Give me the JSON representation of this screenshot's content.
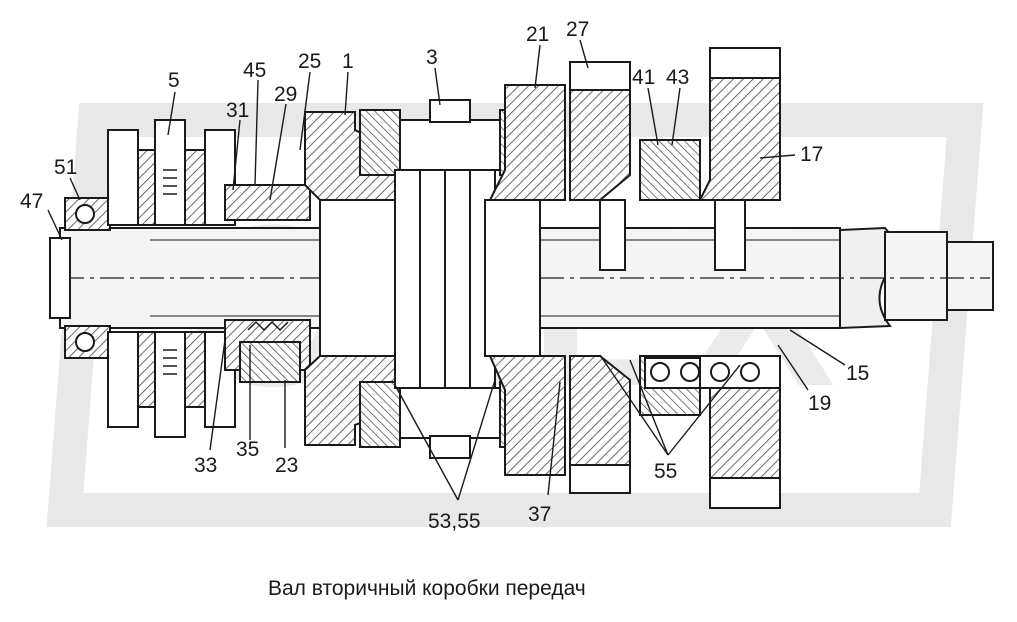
{
  "caption": "Вал вторичный коробки передач",
  "watermark": "ОПЕХ",
  "labels": {
    "l5": "5",
    "l45": "45",
    "l29": "29",
    "l25": "25",
    "l1": "1",
    "l3": "3",
    "l21": "21",
    "l27": "27",
    "l41": "41",
    "l43": "43",
    "l17": "17",
    "l31": "31",
    "l51": "51",
    "l47": "47",
    "l15": "15",
    "l19": "19",
    "l33": "33",
    "l35": "35",
    "l23": "23",
    "l5355": "53,55",
    "l37": "37",
    "l55": "55"
  },
  "colors": {
    "line": "#1a1a1a",
    "hatch": "#555555",
    "watermark": "#d9d9d9",
    "shaft": "#f2f2f2"
  }
}
